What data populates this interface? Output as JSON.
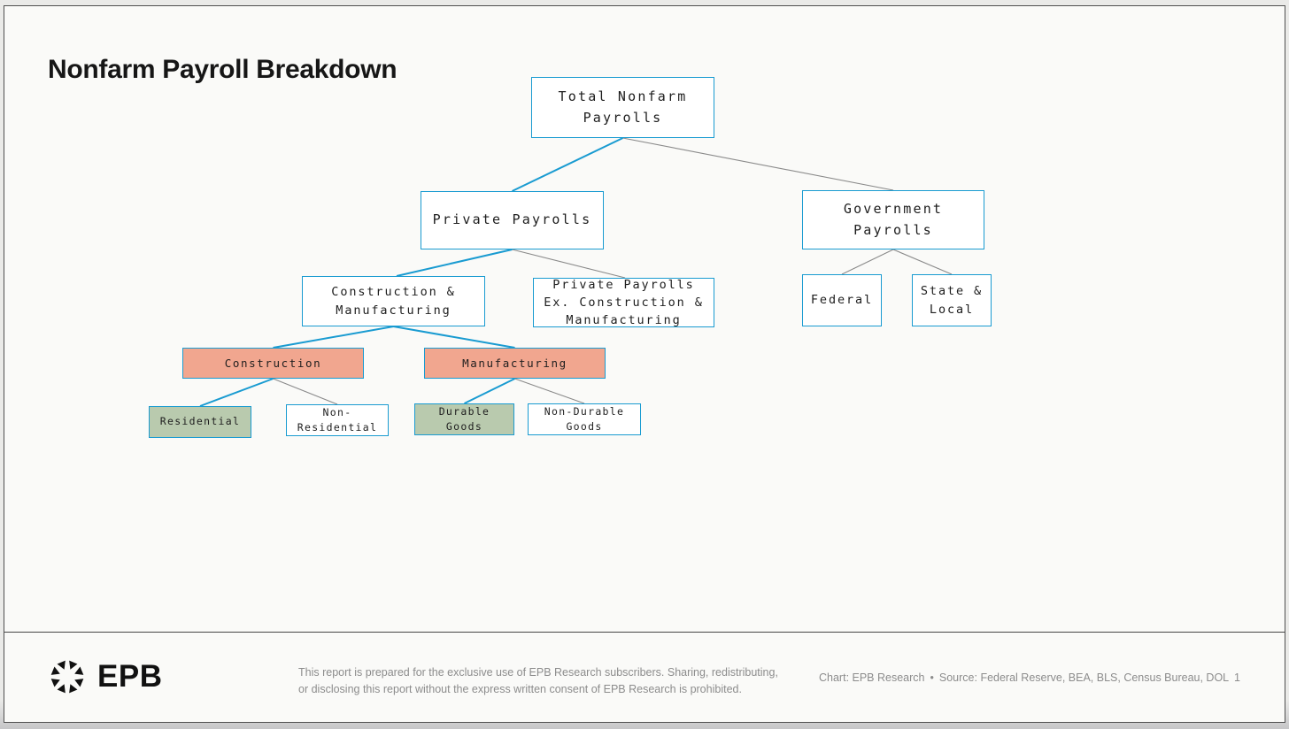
{
  "title": "Nonfarm Payroll Breakdown",
  "colors": {
    "node_border": "#199bd1",
    "edge_highlight": "#199bd1",
    "edge_normal": "#8a8a8a",
    "fill_salmon": "#f1a68f",
    "fill_green": "#b9caae",
    "fill_white": "#ffffff"
  },
  "diagram": {
    "nodes": [
      {
        "id": "total",
        "label": "Total Nonfarm\nPayrolls",
        "fill": "white"
      },
      {
        "id": "private",
        "label": "Private Payrolls",
        "fill": "white"
      },
      {
        "id": "government",
        "label": "Government\nPayrolls",
        "fill": "white"
      },
      {
        "id": "construction_mfg",
        "label": "Construction &\nManufacturing",
        "fill": "white"
      },
      {
        "id": "private_ex",
        "label": "Private Payrolls\nEx. Construction &\nManufacturing",
        "fill": "white"
      },
      {
        "id": "federal",
        "label": "Federal",
        "fill": "white"
      },
      {
        "id": "state_local",
        "label": "State &\nLocal",
        "fill": "white"
      },
      {
        "id": "construction",
        "label": "Construction",
        "fill": "salmon"
      },
      {
        "id": "manufacturing",
        "label": "Manufacturing",
        "fill": "salmon"
      },
      {
        "id": "residential",
        "label": "Residential",
        "fill": "green"
      },
      {
        "id": "non_residential",
        "label": "Non-\nResidential",
        "fill": "white"
      },
      {
        "id": "durable_goods",
        "label": "Durable\nGoods",
        "fill": "green"
      },
      {
        "id": "non_durable_goods",
        "label": "Non-Durable\nGoods",
        "fill": "white"
      }
    ],
    "edges": [
      {
        "from": "total",
        "to": "private",
        "emphasis": "highlight"
      },
      {
        "from": "total",
        "to": "government",
        "emphasis": "normal"
      },
      {
        "from": "private",
        "to": "construction_mfg",
        "emphasis": "highlight"
      },
      {
        "from": "private",
        "to": "private_ex",
        "emphasis": "normal"
      },
      {
        "from": "government",
        "to": "federal",
        "emphasis": "normal"
      },
      {
        "from": "government",
        "to": "state_local",
        "emphasis": "normal"
      },
      {
        "from": "construction_mfg",
        "to": "construction",
        "emphasis": "highlight"
      },
      {
        "from": "construction_mfg",
        "to": "manufacturing",
        "emphasis": "highlight"
      },
      {
        "from": "construction",
        "to": "residential",
        "emphasis": "highlight"
      },
      {
        "from": "construction",
        "to": "non_residential",
        "emphasis": "normal"
      },
      {
        "from": "manufacturing",
        "to": "durable_goods",
        "emphasis": "highlight"
      },
      {
        "from": "manufacturing",
        "to": "non_durable_goods",
        "emphasis": "normal"
      }
    ]
  },
  "footer": {
    "logo_text": "EPB",
    "disclaimer": "This report is prepared for the exclusive use of EPB Research subscribers. Sharing, redistributing,\nor disclosing this report without the express written consent of EPB Research is prohibited.",
    "chart_credit": "Chart: EPB Research",
    "separator": "•",
    "source": "Source: Federal Reserve, BEA, BLS, Census Bureau, DOL",
    "page_number": "1"
  }
}
